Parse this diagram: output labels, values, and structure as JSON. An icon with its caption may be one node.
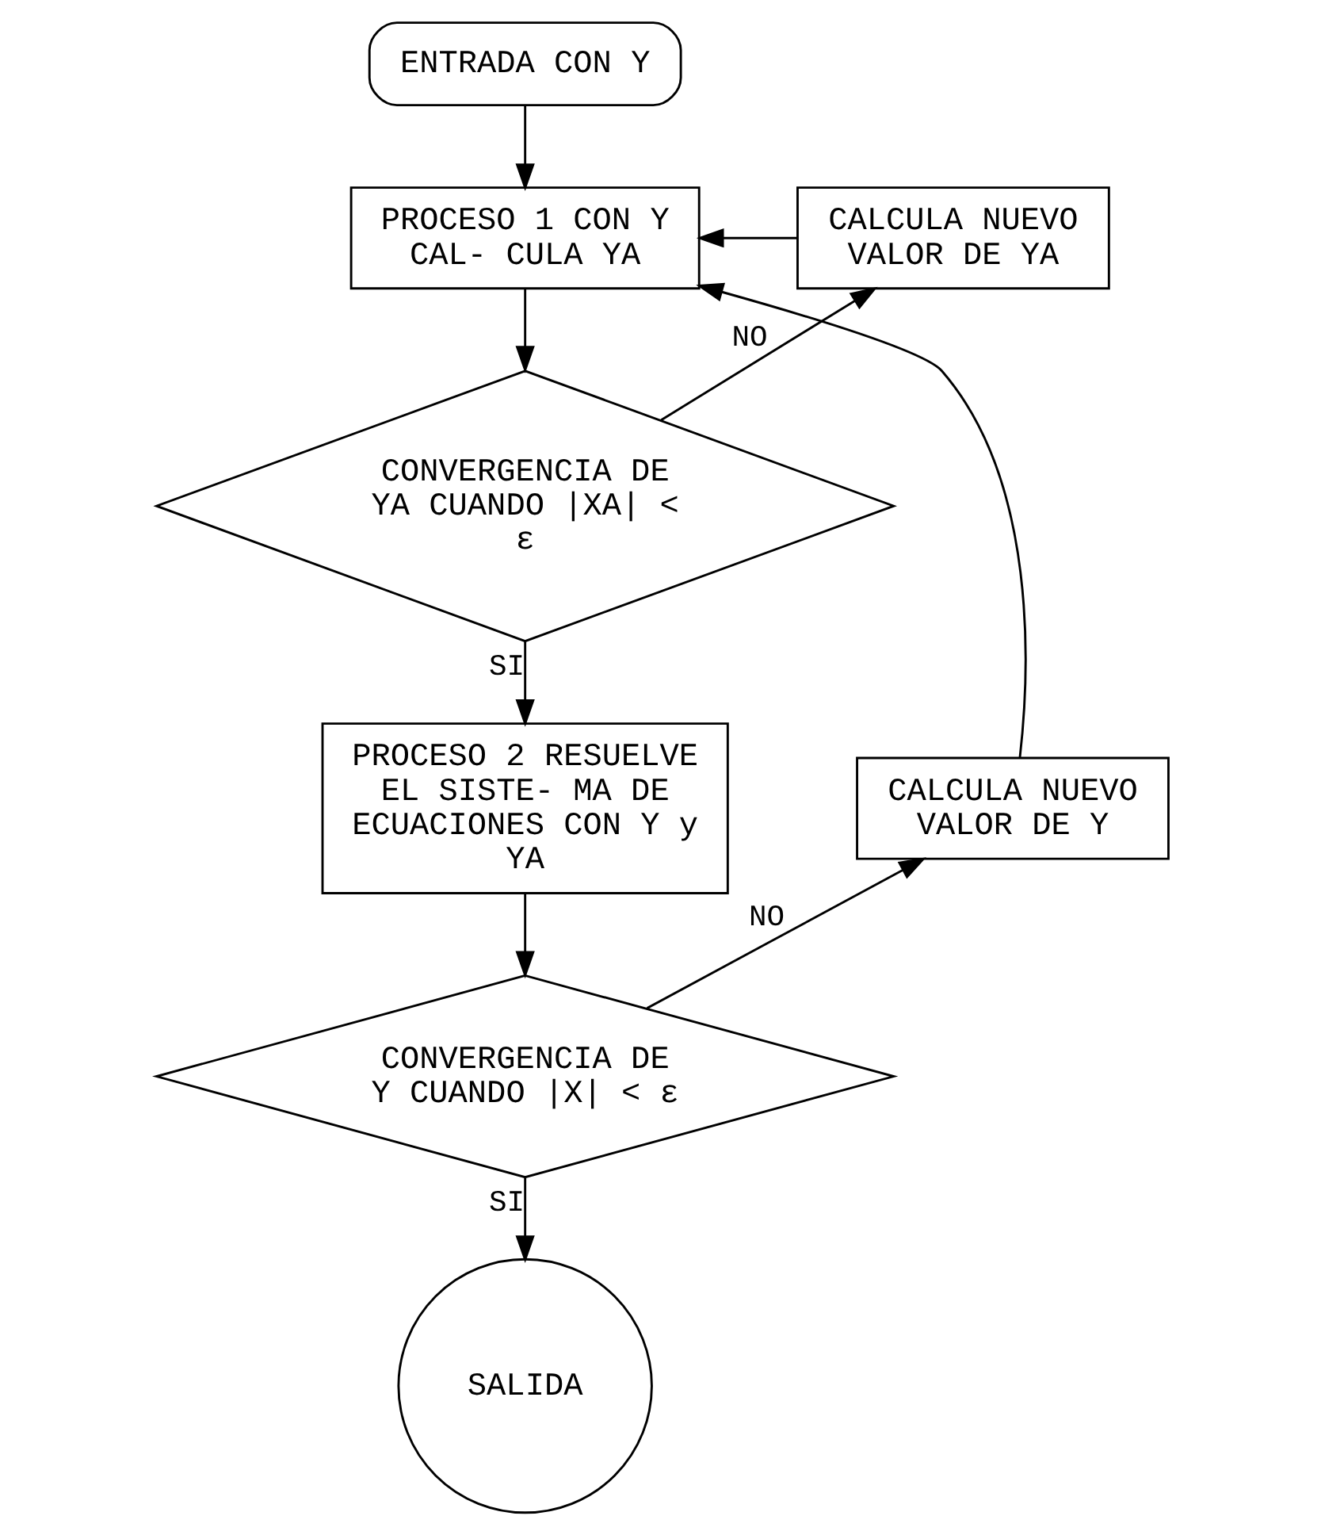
{
  "diagram": {
    "nodes": [
      {
        "text": [
          "ENTRADA CON Y"
        ]
      },
      {
        "text": [
          "PROCESO 1 CON Y CAL- CULA YA"
        ]
      },
      {
        "text": [
          "CALCULA NUEVO VALOR DE YA"
        ]
      },
      {
        "text": [
          "CONVERGENCIA DE YA CUANDO |XA| < ε"
        ]
      },
      {
        "text": [
          "PROCESO 2 RESUELVE EL SISTE- MA DE ECUACIONES CON Y y YA"
        ]
      },
      {
        "text": [
          "CALCULA NUEVO VALOR DE Y"
        ]
      },
      {
        "text": [
          "CONVERGENCIA DE Y CUANDO |X| < ε"
        ]
      },
      {
        "text": [
          "SALIDA"
        ]
      }
    ],
    "edges": [
      {
        "from": 0,
        "to": 1,
        "arrow": "to"
      },
      {
        "from": 2,
        "to": 1,
        "arrow": "to"
      },
      {
        "from": 1,
        "to": 3,
        "arrow": "to"
      },
      {
        "from": 3,
        "to": 2,
        "arrow": "to",
        "label": "NO"
      },
      {
        "from": 3,
        "to": 4,
        "arrow": "to",
        "label": "SI"
      },
      {
        "from": 4,
        "to": 6,
        "arrow": "to"
      },
      {
        "from": 6,
        "to": 5,
        "arrow": "to",
        "label": "NO"
      },
      {
        "from": 5,
        "to": 1,
        "arrow": "to"
      },
      {
        "from": 6,
        "to": 7,
        "arrow": "to",
        "label": "SI"
      }
    ]
  }
}
